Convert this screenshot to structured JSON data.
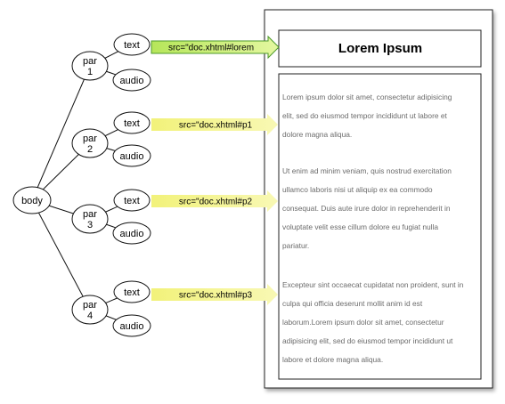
{
  "tree": {
    "root_label": "body",
    "pars": [
      {
        "label_lines": [
          "par",
          "1"
        ],
        "children": [
          "text",
          "audio"
        ],
        "src": "src=\"doc.xhtml#lorem"
      },
      {
        "label_lines": [
          "par",
          "2"
        ],
        "children": [
          "text",
          "audio"
        ],
        "src": "src=\"doc.xhtml#p1"
      },
      {
        "label_lines": [
          "par",
          "3"
        ],
        "children": [
          "text",
          "audio"
        ],
        "src": "src=\"doc.xhtml#p2"
      },
      {
        "label_lines": [
          "par",
          "4"
        ],
        "children": [
          "text",
          "audio"
        ],
        "src": "src=\"doc.xhtml#p3"
      }
    ]
  },
  "document": {
    "title": "Lorem Ipsum",
    "paragraphs": [
      [
        "Lorem ipsum dolor sit amet, consectetur adipisicing",
        "elit, sed do eiusmod tempor incididunt ut labore et",
        "dolore magna aliqua."
      ],
      [
        "Ut enim ad minim veniam, quis nostrud exercitation",
        "ullamco laboris nisi ut aliquip ex ea commodo",
        "consequat. Duis aute irure dolor in reprehenderit in",
        "voluptate velit esse cillum dolore eu fugiat nulla",
        "pariatur."
      ],
      [
        "Excepteur sint occaecat cupidatat non proident, sunt in",
        "culpa qui officia deserunt mollit anim id est",
        "laborum.Lorem ipsum dolor sit amet, consectetur",
        "adipisicing elit, sed do eiusmod tempor incididunt ut",
        "labore et dolore magna aliqua."
      ]
    ]
  },
  "colors": {
    "arrow_highlight": "#c8f06e",
    "arrow_fill": "#f5f58c",
    "arrow_outline": "#4c9a2a",
    "doc_text": "#6b6b6b"
  }
}
